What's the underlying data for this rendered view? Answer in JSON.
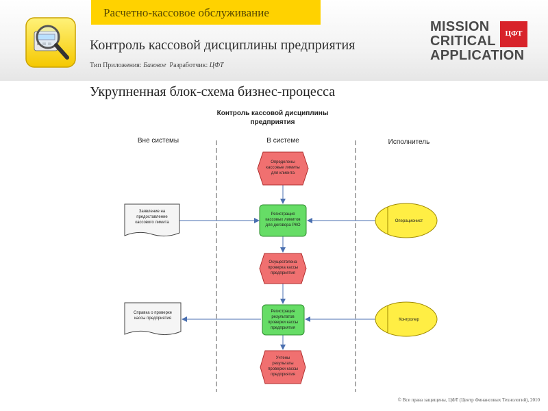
{
  "banner": {
    "text": "Расчетно-кассовое обслуживание"
  },
  "app": {
    "title": "Контроль кассовой дисциплины предприятия",
    "type_label": "Тип Приложения:",
    "type_value": "Базовое",
    "developer_label": "Разработчик:",
    "developer_value": "ЦФТ"
  },
  "brand": {
    "line1": "MISSION",
    "line2": "CRITICAL",
    "line3": "APPLICATION",
    "logo_text": "ЦФТ"
  },
  "section_title": "Укрупненная блок-схема бизнес-процесса",
  "diagram": {
    "title_line1": "Контроль кассовой дисциплины",
    "title_line2": "предприятия",
    "lanes": {
      "outside": "Вне системы",
      "system": "В системе",
      "performer": "Исполнитель"
    },
    "nodes": {
      "limits_defined": [
        "Определены",
        "кассовые лимиты",
        "для клиента"
      ],
      "application_doc": [
        "Заявление на",
        "предоставление",
        "кассового лимита"
      ],
      "register_limits": [
        "Регистрация",
        "кассовых лимитов",
        "для договора РКО"
      ],
      "operationist": [
        "Операционист"
      ],
      "check_done": [
        "Осуществлена",
        "проверка кассы",
        "предприятия"
      ],
      "check_report_doc": [
        "Справка о проверке",
        "кассы предприятия"
      ],
      "register_results": [
        "Регистрация",
        "результатов",
        "проверки кассы",
        "предприятия"
      ],
      "controller": [
        "Контролер"
      ],
      "results_accounted": [
        "Учтены",
        "результаты",
        "проверки кассы",
        "предприятия"
      ]
    }
  },
  "footer": "© Все права защищены, ЦФТ (Центр Финансовых Технологий), 2010",
  "colors": {
    "banner": "#ffd200",
    "event": "#f07070",
    "function": "#66dd66",
    "role": "#ffee44",
    "document": "#f5f5f5",
    "cft_red": "#d8232a"
  }
}
